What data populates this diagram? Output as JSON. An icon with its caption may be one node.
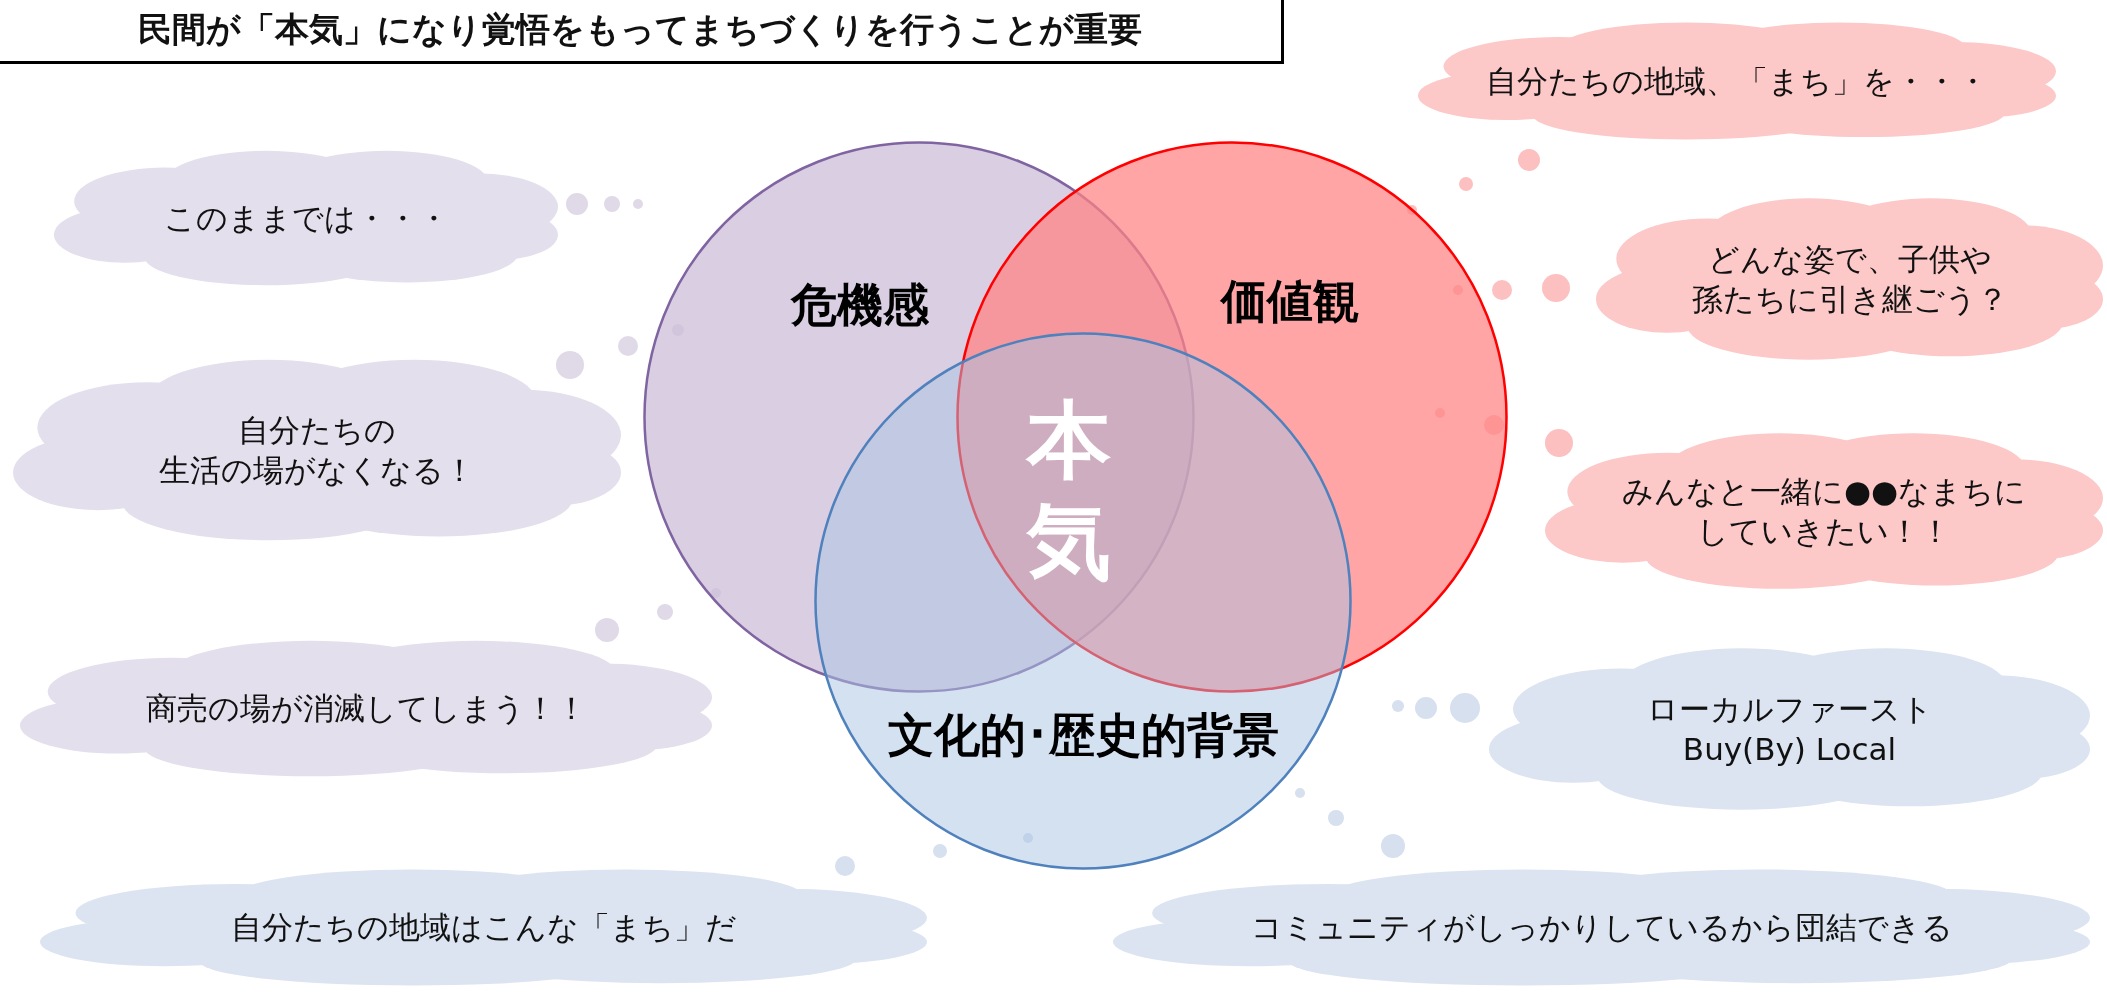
{
  "diagram": {
    "title": "民間が「本気」になり覚悟をもってまちづくりを行うことが重要",
    "nodes": [
      {
        "text": [
          "自分たちの地域、「まち」を・・・"
        ]
      },
      {
        "text": [
          "このままでは・・・"
        ]
      },
      {
        "text": [
          "危機感"
        ]
      },
      {
        "text": [
          "価値観"
        ]
      },
      {
        "text": [
          "どんな姿で、子供や孫たちに引き継ごう？"
        ]
      },
      {
        "text": [
          "自分たちの生活の場がなくなる！"
        ]
      },
      {
        "text": [
          "みんなと一緒に●●なまちにしていきたい！！"
        ]
      },
      {
        "text": [
          "商売の場が消滅してしまう！！"
        ]
      },
      {
        "text": [
          "ローカルファースト Buy(By) Local"
        ]
      },
      {
        "text": [
          "文化的･歴史的背景"
        ]
      },
      {
        "text": [
          "自分たちの地域はこんな「まち」だ"
        ]
      },
      {
        "text": [
          "コミュニティがしっかりしているから団結できる"
        ]
      }
    ],
    "labels": [
      "本気"
    ]
  }
}
